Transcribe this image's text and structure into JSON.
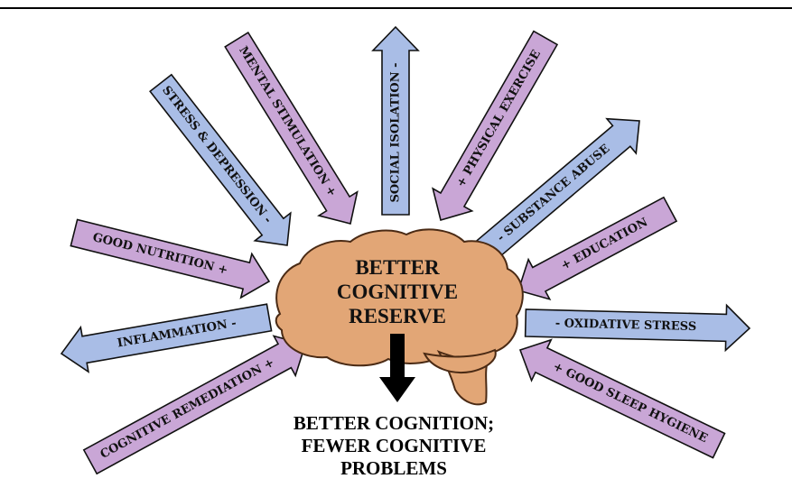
{
  "colors": {
    "protective": "#c9a6d6",
    "risk": "#a9bde6",
    "outline": "#111111",
    "brain": "#e2a676",
    "brain_outline": "#4a2a14"
  },
  "center": {
    "line1": "BETTER",
    "line2": "COGNITIVE",
    "line3": "RESERVE"
  },
  "outcome": {
    "line1": "BETTER COGNITION;",
    "line2": "FEWER COGNITIVE",
    "line3": "PROBLEMS"
  },
  "factors": [
    {
      "id": "good-nutrition",
      "label": "GOOD NUTRITION +",
      "kind": "protective"
    },
    {
      "id": "stress-depression",
      "label": "STRESS & DEPRESSION -",
      "kind": "risk"
    },
    {
      "id": "mental-stimulation",
      "label": "MENTAL STIMULATION +",
      "kind": "protective"
    },
    {
      "id": "social-isolation",
      "label": "SOCIAL ISOLATION -",
      "kind": "risk"
    },
    {
      "id": "physical-exercise",
      "label": "+ PHYSICAL EXERCISE",
      "kind": "protective"
    },
    {
      "id": "substance-abuse",
      "label": "- SUBSTANCE ABUSE",
      "kind": "risk"
    },
    {
      "id": "education",
      "label": "+ EDUCATION",
      "kind": "protective"
    },
    {
      "id": "oxidative-stress",
      "label": "- OXIDATIVE STRESS",
      "kind": "risk"
    },
    {
      "id": "good-sleep-hygiene",
      "label": "+ GOOD SLEEP HYGIENE",
      "kind": "protective"
    },
    {
      "id": "cognitive-remediation",
      "label": "COGNITIVE REMEDIATION +",
      "kind": "protective"
    },
    {
      "id": "inflammation",
      "label": "INFLAMMATION -",
      "kind": "risk"
    }
  ]
}
